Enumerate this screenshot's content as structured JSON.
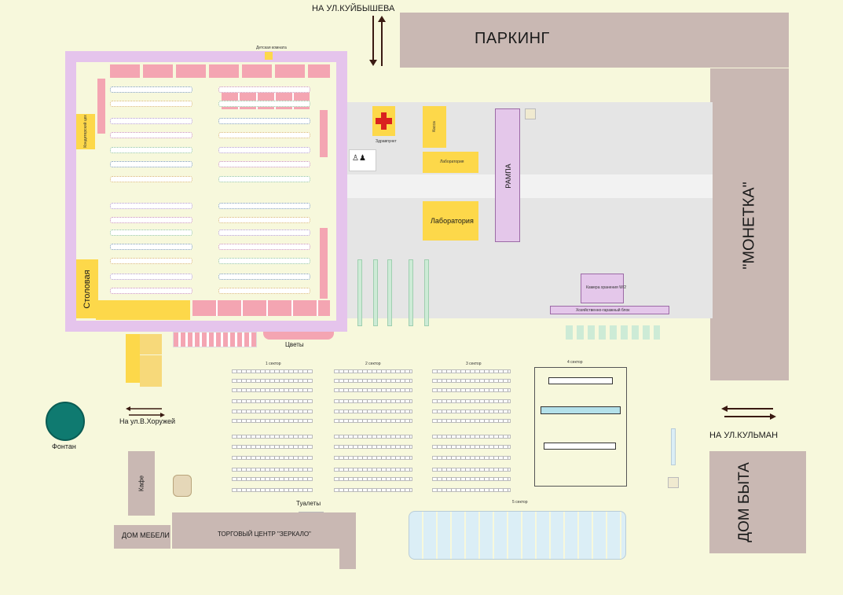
{
  "labels": {
    "to_kuibysheva": "НА УЛ.КУЙБЫШЕВА",
    "parking": "ПАРКИНГ",
    "moneta": "\"МОНЕТКА\"",
    "to_kulman": "НА УЛ.КУЛЬМАН",
    "dom_byta": "ДОМ БЫТА",
    "ramp": "РАМПА",
    "laboratory": "Лаборатория",
    "laboratory_small": "Лаборатория",
    "health_post": "Здравпункт",
    "cashier": "Касса",
    "storage": "Камера хранения W/2",
    "household_block": "Хозяйственно-гаражный блок",
    "canteen": "Столовая",
    "confectionery": "Кондитерский цех",
    "flowers": "Цветы",
    "to_khoruzhey": "На ул.В.Хоружей",
    "fountain": "Фонтан",
    "cafe": "Кафе",
    "toilets": "Туалеты",
    "furniture_house": "ДОМ МЕБЕЛИ",
    "mall": "ТОРГОВЫЙ ЦЕНТР \"ЗЕРКАЛО\"",
    "children_room": "Детская комната"
  },
  "sectors": {
    "s1": "1 сектор",
    "s2": "2 сектор",
    "s3": "3 сектор",
    "s4": "4 сектор",
    "s5": "5 сектор"
  },
  "colors": {
    "background": "#f7f8dc",
    "building": "#c9b8b3",
    "yellow": "#fdd84a",
    "violet": "#e4c7ea",
    "pink": "#f4a5b2",
    "fountain": "#0f7a70",
    "cross": "#d9211f"
  }
}
